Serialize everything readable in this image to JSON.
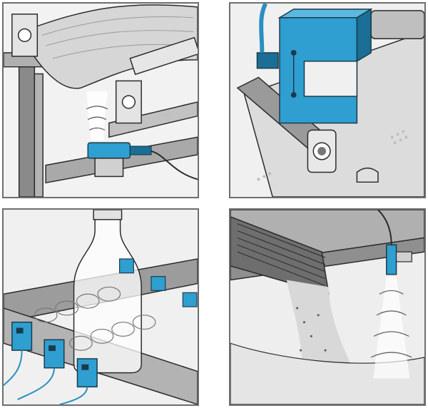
{
  "figure": {
    "panels": [
      {
        "scene": "sensor-under-web"
      },
      {
        "scene": "fork-sensor-roller"
      },
      {
        "scene": "bottle-conveyor-sensors"
      },
      {
        "scene": "bulk-material-sensor"
      }
    ],
    "colors": {
      "sensor_blue": "#2e9fd0",
      "sensor_dark": "#1b6f96",
      "frame_gray": "#8a8a8a",
      "frame_light": "#c9c9c9",
      "outline": "#2a2a2a",
      "background": "#efefef"
    }
  }
}
